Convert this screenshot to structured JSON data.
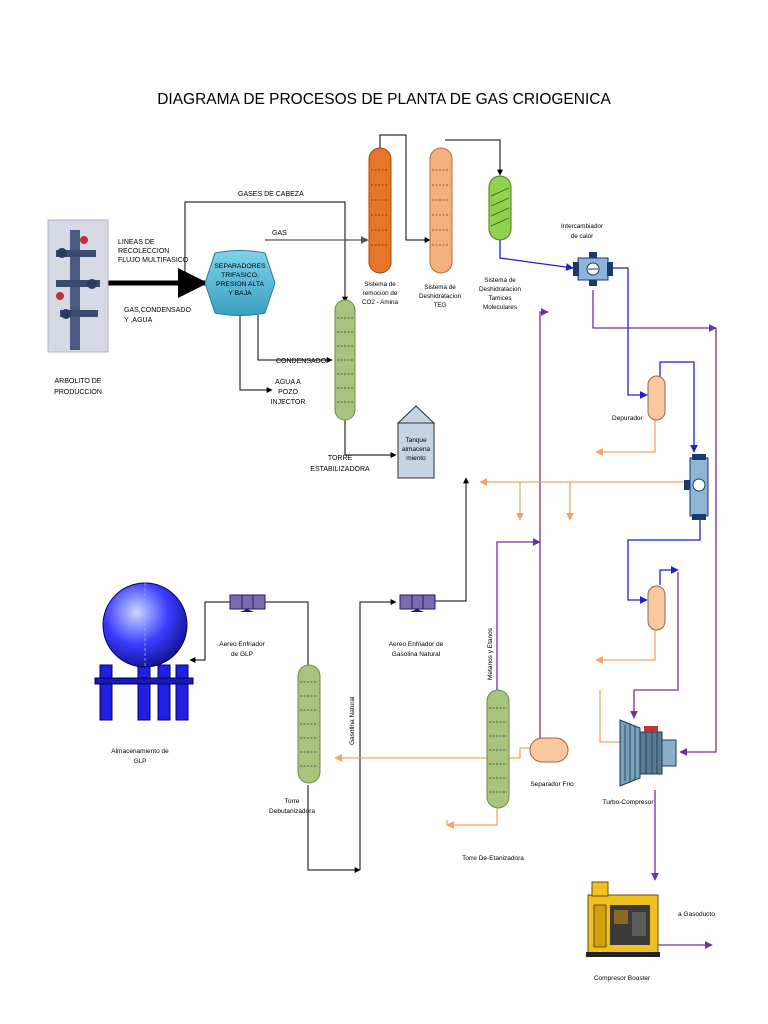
{
  "title": "DIAGRAMA DE PROCESOS DE PLANTA DE GAS CRIOGENICA",
  "labels": {
    "arbolito": [
      "ARBOLITO DE",
      "PRODUCCION"
    ],
    "lineas": [
      "LINEAS DE",
      "RECOLECCION",
      "FLUJO MULTIFASICO"
    ],
    "gas_condensado": [
      "GAS,CONDENSADO",
      "Y ,AGUA"
    ],
    "gases_cabeza": "GASES DE CABEZA",
    "gas": "GAS",
    "separadores": [
      "SEPARADORES",
      "TRIFASICO,",
      "PRESION ALTA",
      "Y BAJA"
    ],
    "condensado": "CONDENSADO",
    "agua_pozo": [
      "AGUA A",
      "POZO",
      "INJECTOR"
    ],
    "torre_estabilizadora": [
      "TORRE",
      "ESTABILIZADORA"
    ],
    "amina": [
      "Sistema de",
      "remocion de",
      "CO2 - Amina"
    ],
    "teg": [
      "Sistema de",
      "Deshidratacion",
      "TEG"
    ],
    "tamices": [
      "Sistema de",
      "Deshidratacion",
      "Tamices",
      "Moleculares"
    ],
    "intercambiador": [
      "Intercambiador",
      "de calor"
    ],
    "tanque": [
      "Tanque",
      "almacena",
      "miento"
    ],
    "depurador": "Depurador",
    "aereo_glp": [
      "Aereo Enfriador",
      "de  GLP"
    ],
    "aereo_gasolina": [
      "Aereo Enfriador de",
      "Gasolina Natural"
    ],
    "gasolina_natural": "Gasolina Natural",
    "metanos_etanos": "Metanos y Etanos",
    "almacenamiento_glp": [
      "Almacenamiento de",
      "GLP"
    ],
    "torre_debutanizadora": [
      "Torre",
      "Debutanizadora"
    ],
    "separador_frio": "Separador Frio",
    "turbo_compresor": "Turbo-Compresor",
    "torre_deetanizadora": "Torre De-Etanizadora",
    "compresor_booster": "Compresor Booster",
    "gasoducto": "a  Gasoducto"
  },
  "colors": {
    "amina": "#e8762a",
    "teg": "#f4b07e",
    "tamices": "#92d050",
    "tower": "#a9c47f",
    "separator": "#4bacc6",
    "orange_line": "#f4a460",
    "purple_line": "#7030a0",
    "blue_line": "#1f1fd0",
    "sphere": "#2020e0",
    "vessel_peach": "#f8c8a0",
    "tank": "#c5d3e3"
  }
}
